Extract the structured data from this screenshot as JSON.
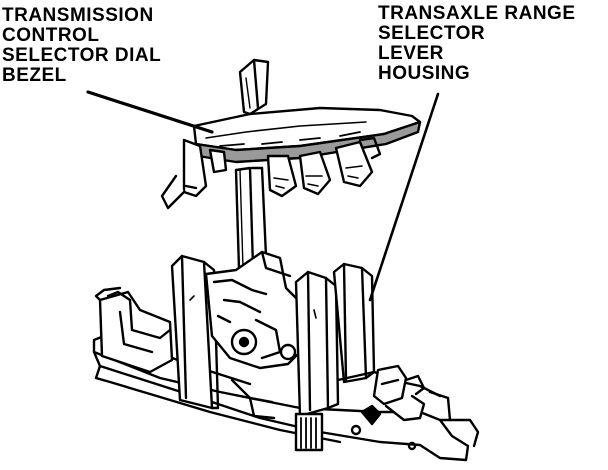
{
  "labels": {
    "bezel": [
      "TRANSMISSION",
      "CONTROL",
      "SELECTOR DIAL",
      "BEZEL"
    ],
    "housing": [
      "TRANSAXLE RANGE",
      "SELECTOR",
      "LEVER",
      "HOUSING"
    ]
  },
  "colors": {
    "ink": "#000000",
    "paper": "#ffffff",
    "shade": "#9a9a9a"
  }
}
